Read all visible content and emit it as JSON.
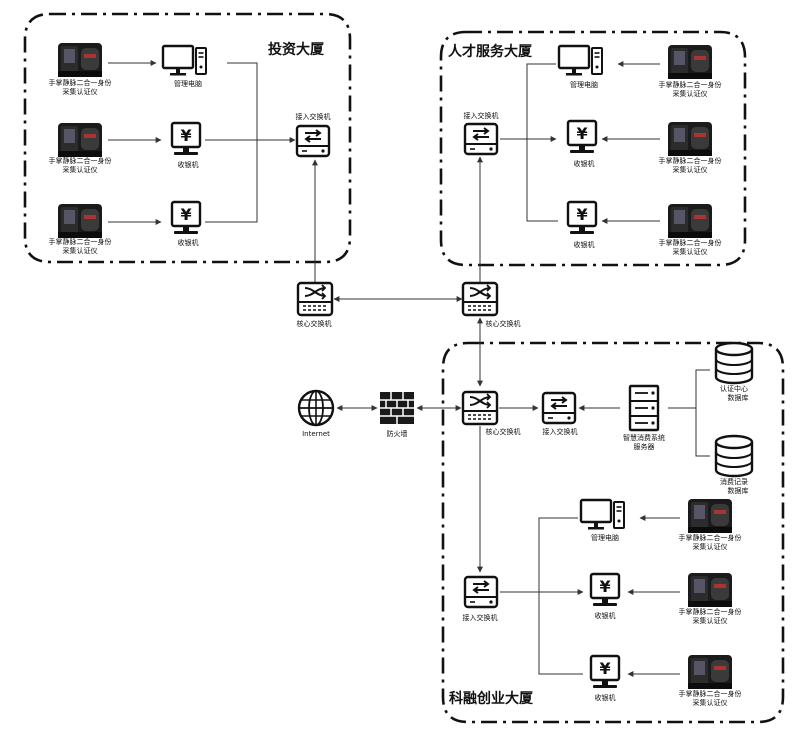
{
  "groups": {
    "invest": "投资大厦",
    "talent": "人才服务大厦",
    "kerong": "科融创业大厦"
  },
  "labels": {
    "reader": "手掌静脉二合一身份",
    "reader2": "采集认证仪",
    "pc": "管理电脑",
    "pos": "收银机",
    "access": "接入交换机",
    "core": "核心交换机",
    "firewall": "防火墙",
    "internet": "Internet",
    "server1": "智慧消费系统",
    "server2": "服务器",
    "db_auth1": "认证中心",
    "db_auth2": "数据库",
    "db_rec1": "消费记录",
    "db_rec2": "数据库"
  },
  "icons": {
    "reader": "palm-vein-reader-icon",
    "pc": "desktop-computer-icon",
    "pos": "cash-register-icon",
    "access": "access-switch-icon",
    "core": "core-switch-icon",
    "firewall": "firewall-icon",
    "internet": "globe-icon",
    "server": "server-icon",
    "db": "database-icon"
  }
}
